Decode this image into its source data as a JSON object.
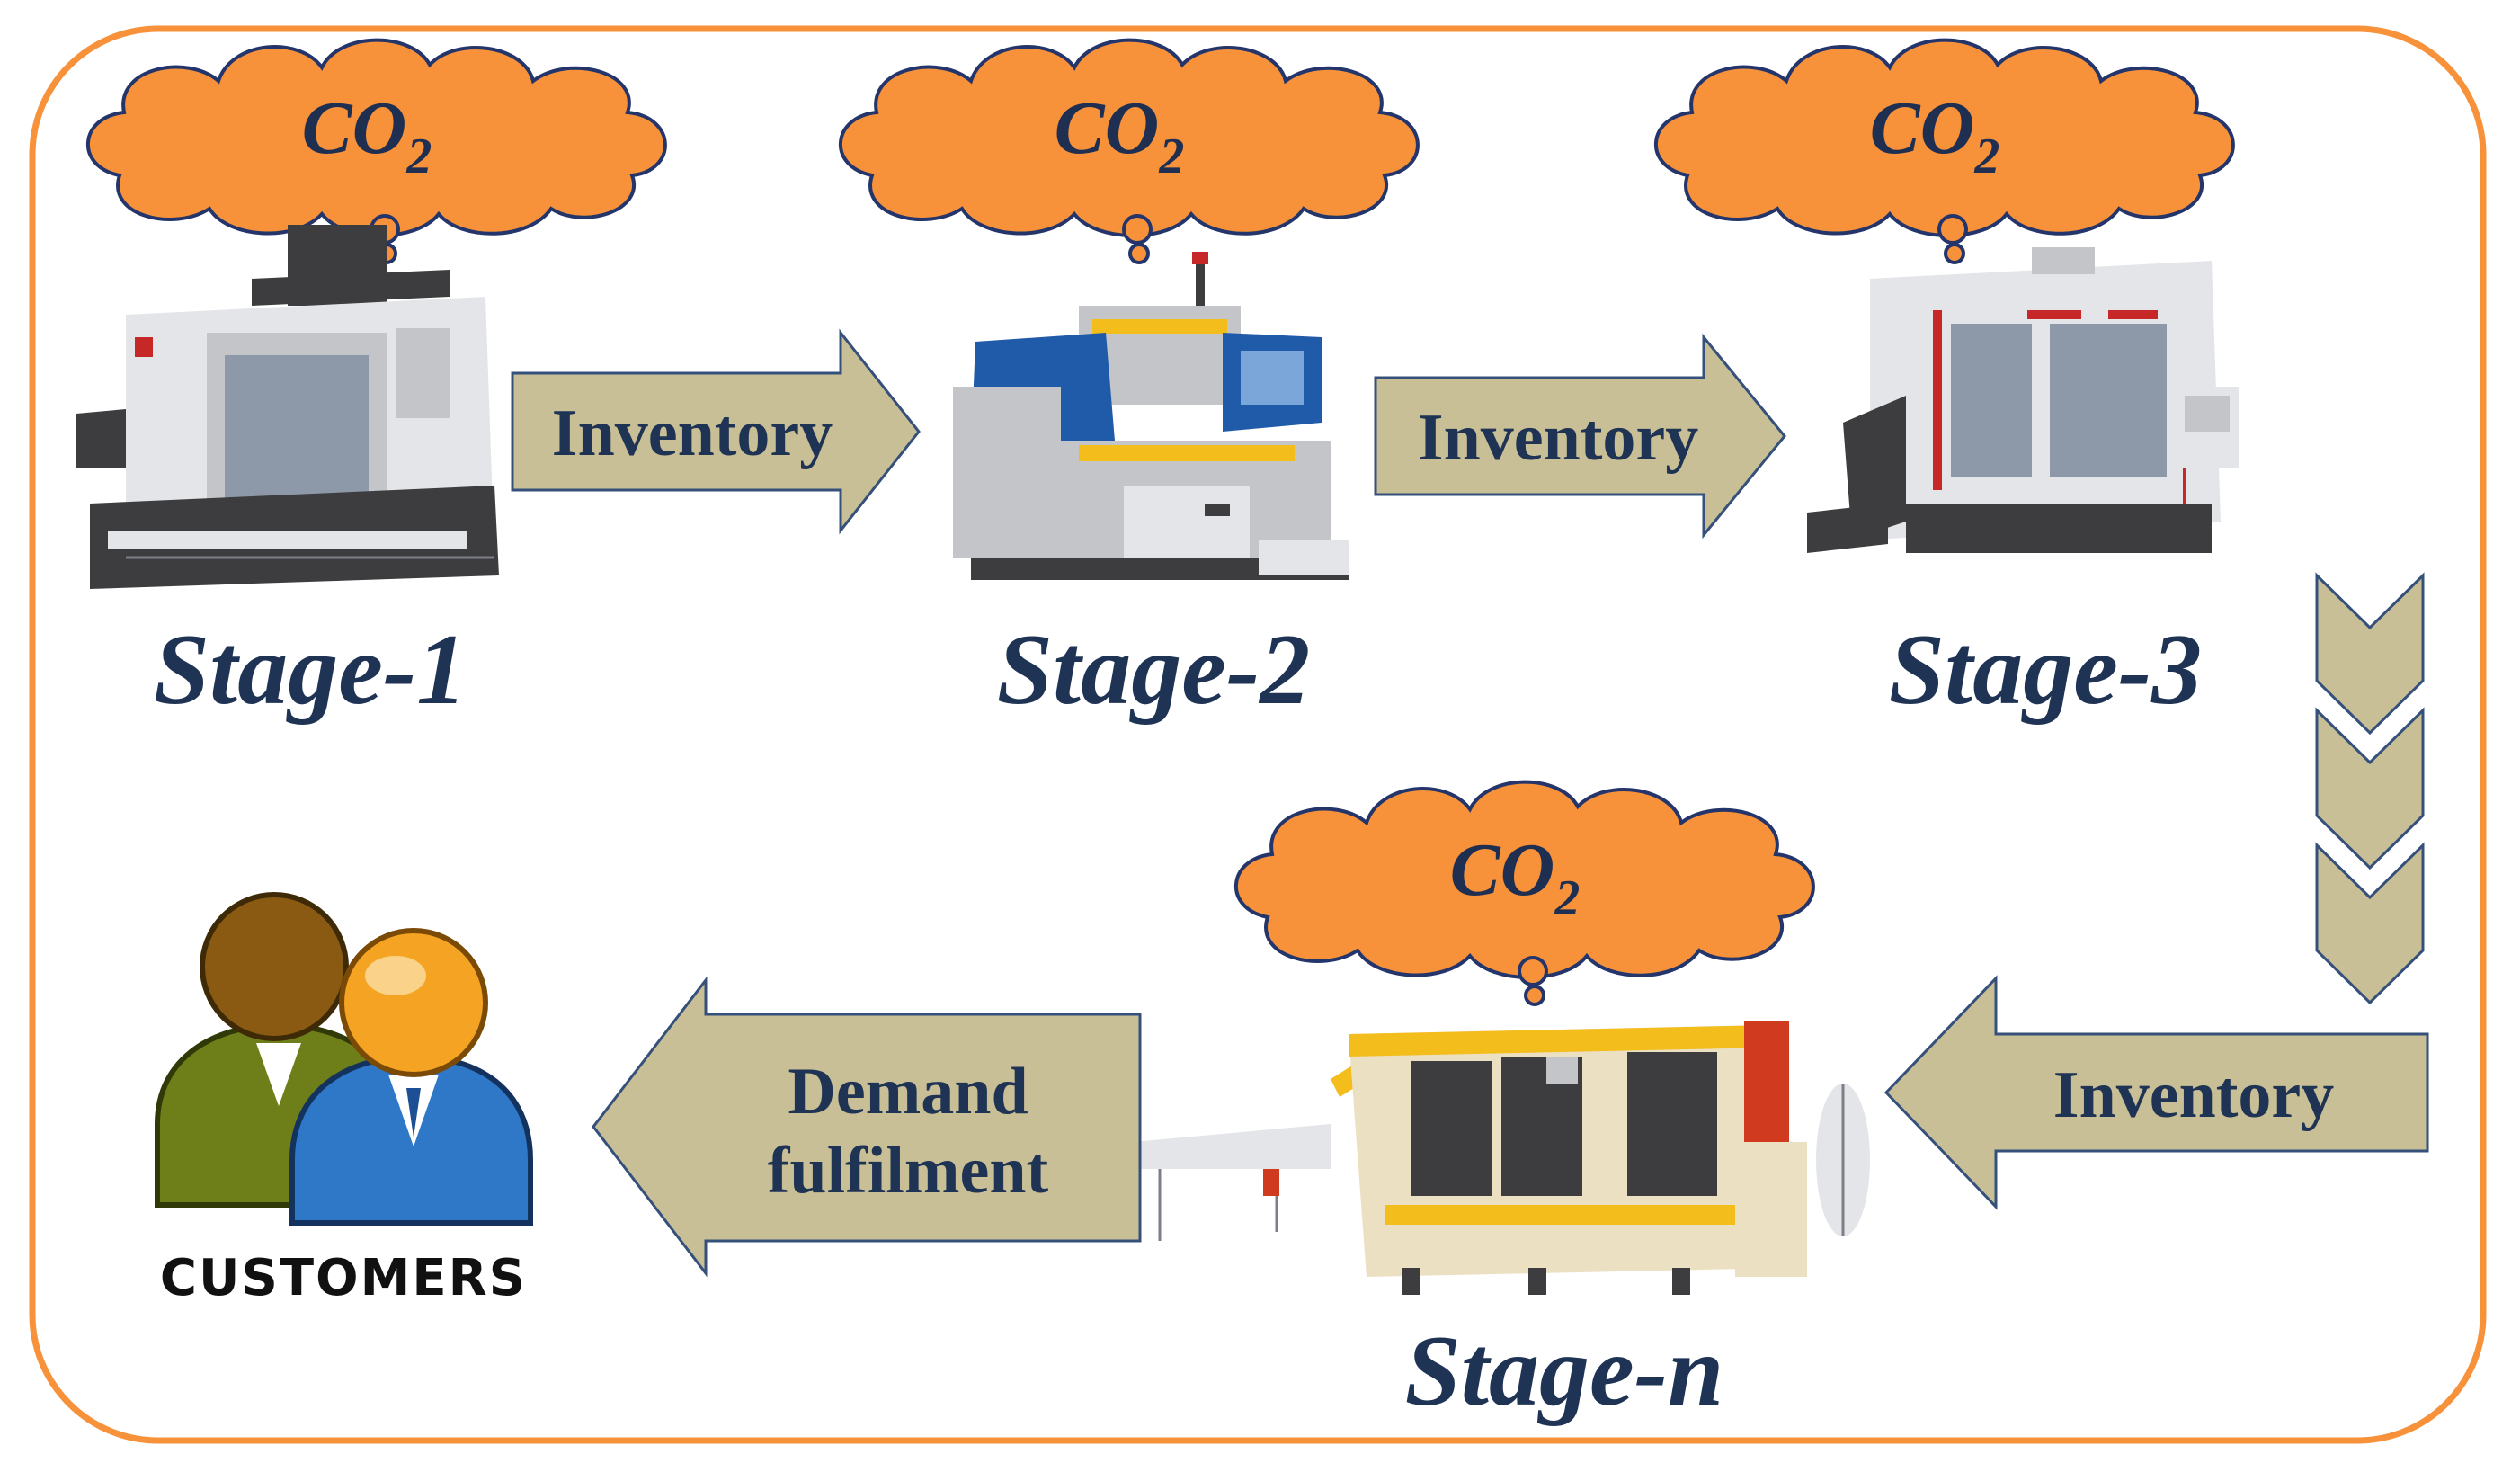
{
  "co2": {
    "main": "CO",
    "sub": "2"
  },
  "stages": {
    "s1": "Stage-1",
    "s2": "Stage-2",
    "s3": "Stage-3",
    "sn": "Stage-n"
  },
  "arrows": {
    "inv1": "Inventory",
    "inv2": "Inventory",
    "inv3": "Inventory",
    "demand_line1": "Demand",
    "demand_line2": "fulfilment"
  },
  "customers": {
    "label": "CUSTOMERS"
  },
  "colors": {
    "frame": "#f7913a",
    "cloud": "#f7913a",
    "arrow_fill": "#c9bf97",
    "text": "#1f3354"
  }
}
